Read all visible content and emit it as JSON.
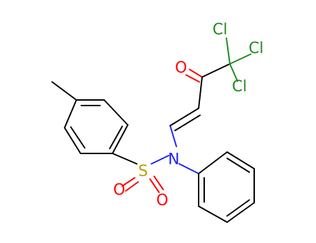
{
  "molecule": {
    "atoms": {
      "cl_top": {
        "symbol": "Cl",
        "element": "chlorine"
      },
      "cl_right": {
        "symbol": "Cl",
        "element": "chlorine"
      },
      "cl_bottom": {
        "symbol": "Cl",
        "element": "chlorine"
      },
      "o_ketone": {
        "symbol": "O",
        "element": "oxygen"
      },
      "n": {
        "symbol": "N",
        "element": "nitrogen"
      },
      "s": {
        "symbol": "S",
        "element": "sulfur"
      },
      "o_sulfonyl_left": {
        "symbol": "O",
        "element": "oxygen"
      },
      "o_sulfonyl_right": {
        "symbol": "O",
        "element": "oxygen"
      }
    }
  },
  "colors": {
    "carbon_bond": "#000000",
    "chlorine": "#1f8a1f",
    "oxygen": "#ff0000",
    "nitrogen": "#2020ff",
    "sulfur": "#b8a000"
  }
}
